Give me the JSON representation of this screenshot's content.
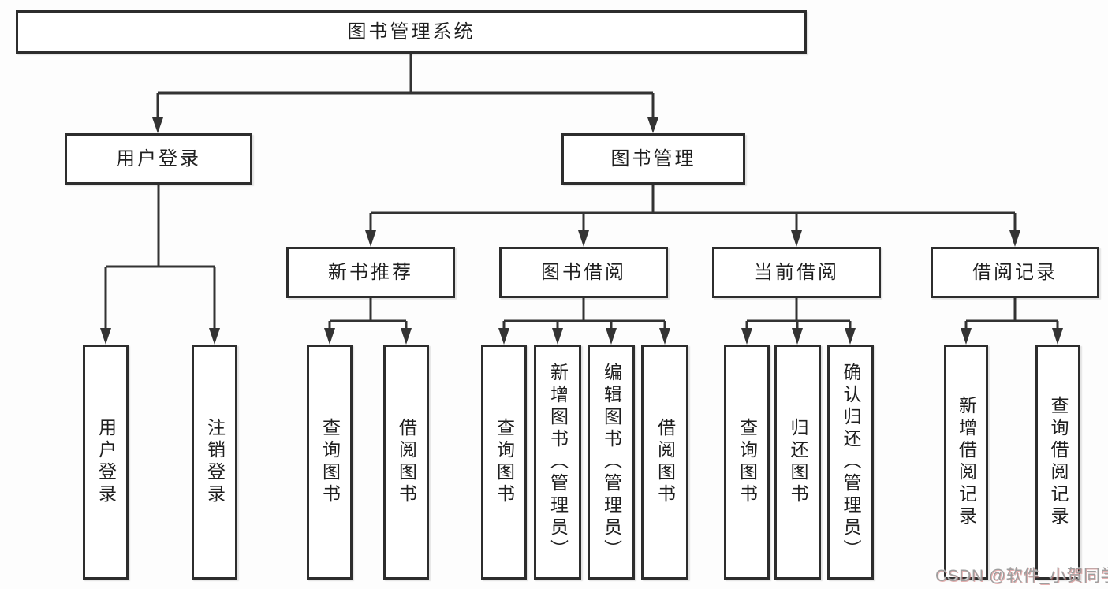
{
  "colors": {
    "background": "#fdfdfd",
    "line": "#333333",
    "border": "#2d2d2d",
    "text": "#1f1f1f",
    "watermark": "#9e9e9e"
  },
  "tree": {
    "root": {
      "label": "图书管理系统",
      "children": [
        {
          "label": "用户登录",
          "children": [
            {
              "label": "用户登录"
            },
            {
              "label": "注销登录"
            }
          ]
        },
        {
          "label": "图书管理",
          "children": [
            {
              "label": "新书推荐",
              "children": [
                {
                  "label": "查询图书"
                },
                {
                  "label": "借阅图书"
                }
              ]
            },
            {
              "label": "图书借阅",
              "children": [
                {
                  "label": "查询图书"
                },
                {
                  "label": "新增图书（管理员）"
                },
                {
                  "label": "编辑图书（管理员）"
                },
                {
                  "label": "借阅图书"
                }
              ]
            },
            {
              "label": "当前借阅",
              "children": [
                {
                  "label": "查询图书"
                },
                {
                  "label": "归还图书"
                },
                {
                  "label": "确认归还（管理员）"
                }
              ]
            },
            {
              "label": "借阅记录",
              "children": [
                {
                  "label": "新增借阅记录"
                },
                {
                  "label": "查询借阅记录"
                }
              ]
            }
          ]
        }
      ]
    }
  },
  "watermark": {
    "text": "CSDN @软件_小贺同学"
  }
}
